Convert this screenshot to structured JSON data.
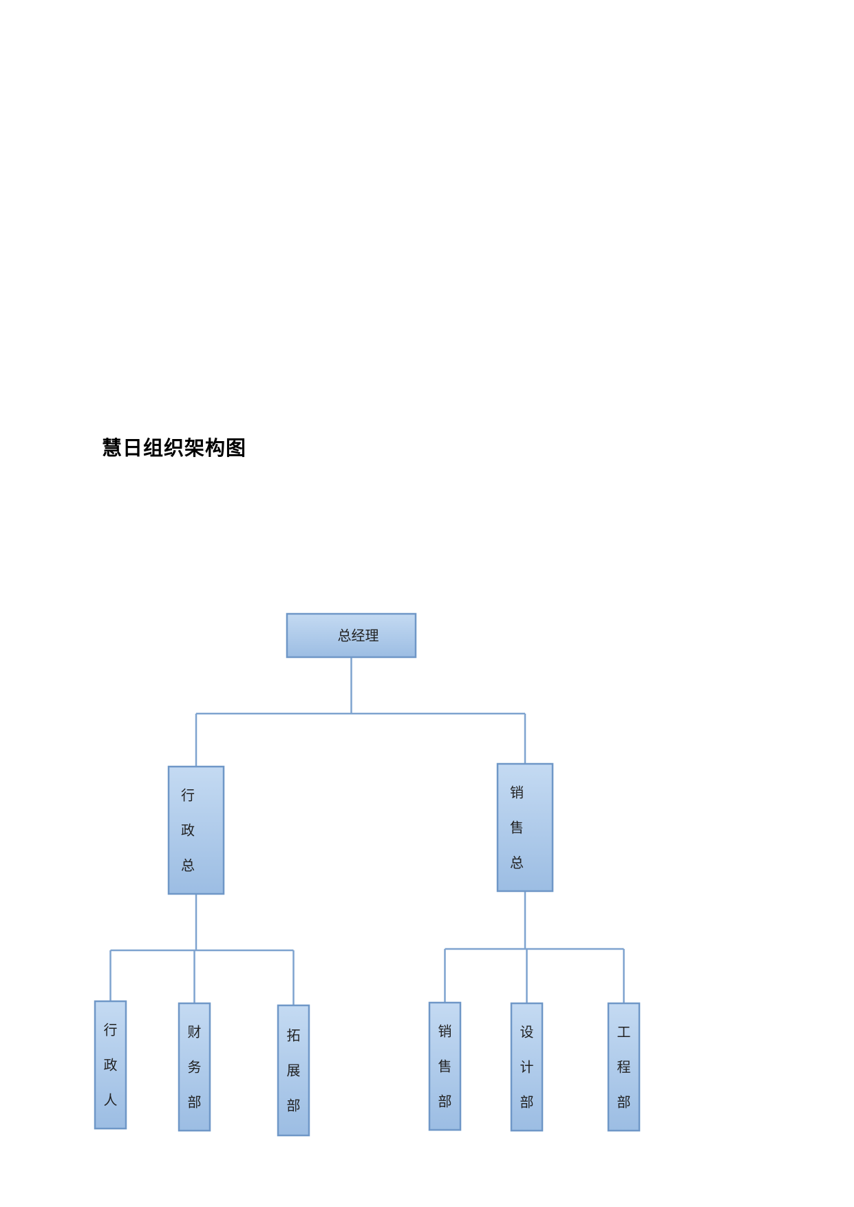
{
  "title": "慧日组织架构图",
  "colors": {
    "box_fill_top": "#c4daf2",
    "box_fill_bottom": "#9cbde3",
    "box_border": "#6f97c7",
    "line": "#7ea3cf"
  },
  "nodes": [
    {
      "id": "gm",
      "label": "总经理",
      "parent": null
    },
    {
      "id": "admin_head",
      "label": "行政总",
      "parent": "gm"
    },
    {
      "id": "sales_head",
      "label": "销售总",
      "parent": "gm"
    },
    {
      "id": "admin_hr",
      "label": "行政人",
      "parent": "admin_head"
    },
    {
      "id": "finance",
      "label": "财务部",
      "parent": "admin_head"
    },
    {
      "id": "expansion",
      "label": "拓展部",
      "parent": "admin_head"
    },
    {
      "id": "sales_dept",
      "label": "销售部",
      "parent": "sales_head"
    },
    {
      "id": "design",
      "label": "设计部",
      "parent": "sales_head"
    },
    {
      "id": "engineering",
      "label": "工程部",
      "parent": "sales_head"
    }
  ]
}
